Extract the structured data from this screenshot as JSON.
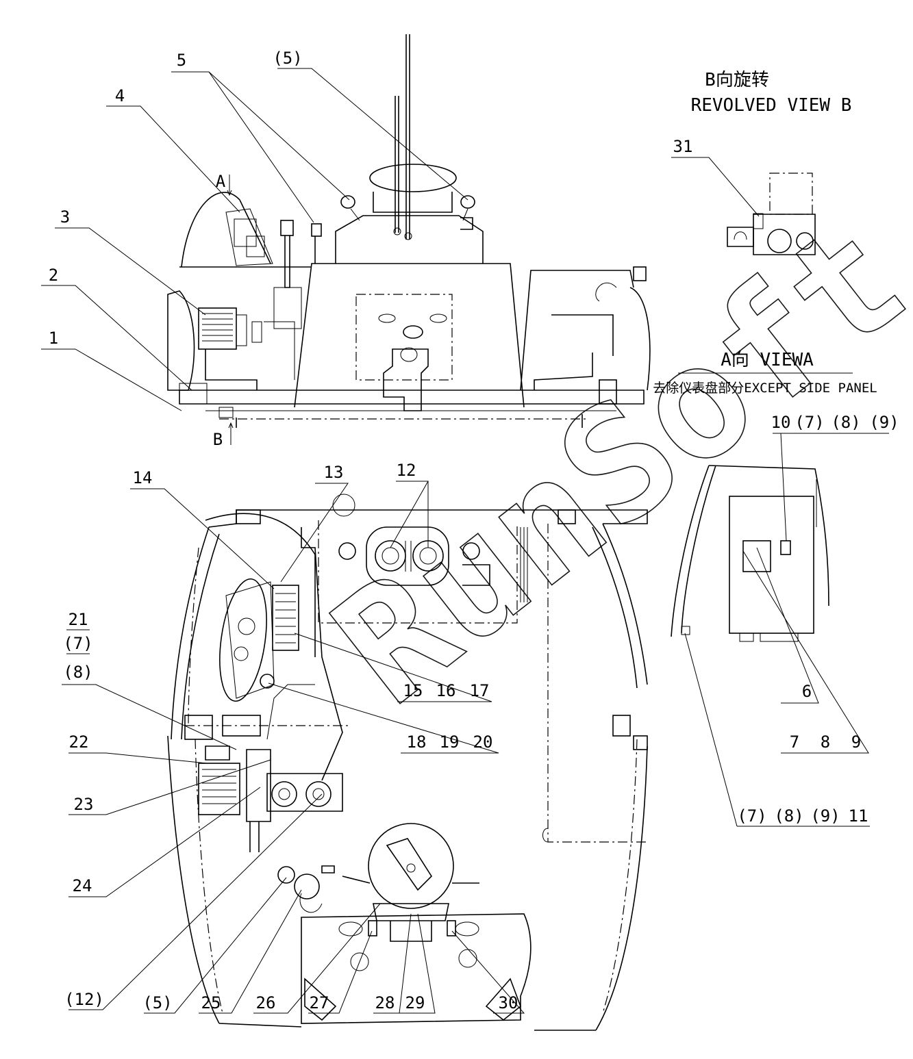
{
  "views": {
    "view_b_title_cn": "B向旋转",
    "view_b_title_en": "REVOLVED VIEW B",
    "view_a_title": "A向 VIEWA",
    "view_a_subtitle": "去除仪表盘部分EXCEPT SIDE PANEL",
    "arrow_a": "A",
    "arrow_b": "B"
  },
  "watermark": "RunSoft",
  "callouts": {
    "c1": "1",
    "c2": "2",
    "c3": "3",
    "c4": "4",
    "c5": "5",
    "c5p": "(5)",
    "c31": "31",
    "c10": "10",
    "c7p_a": "(7)",
    "c8p_a": "(8)",
    "c9p_a": "(9)",
    "c6": "6",
    "c7": "7",
    "c8": "8",
    "c9": "9",
    "c7p_b": "(7)",
    "c8p_b": "(8)",
    "c9p_b": "(9)",
    "c11": "11",
    "c13": "13",
    "c12": "12",
    "c14": "14",
    "c21": "21",
    "c7p_c": "(7)",
    "c8p_c": "(8)",
    "c15": "15",
    "c16": "16",
    "c17": "17",
    "c18": "18",
    "c19": "19",
    "c20": "20",
    "c22": "22",
    "c23": "23",
    "c24": "24",
    "c12p": "(12)",
    "c5p_b": "(5)",
    "c25": "25",
    "c26": "26",
    "c27": "27",
    "c28": "28",
    "c29": "29",
    "c30": "30"
  }
}
